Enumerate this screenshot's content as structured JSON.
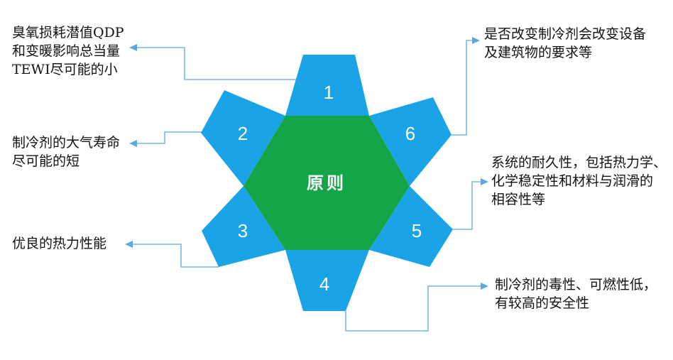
{
  "center": {
    "label": "原则"
  },
  "petals": [
    {
      "number": "1"
    },
    {
      "number": "2"
    },
    {
      "number": "3"
    },
    {
      "number": "4"
    },
    {
      "number": "5"
    },
    {
      "number": "6"
    }
  ],
  "principles": [
    {
      "lines": [
        "臭氧损耗潜值QDP",
        "和变暖影响总当量",
        "TEWI尽可能的小"
      ]
    },
    {
      "lines": [
        "制冷剂的大气寿命",
        "尽可能的短"
      ]
    },
    {
      "lines": [
        "优良的热力性能"
      ]
    },
    {
      "lines": [
        "制冷剂的毒性、可燃性低，",
        "有较高的安全性"
      ]
    },
    {
      "lines": [
        "系统的耐久性，包括热力学、",
        "化学稳定性和材料与润滑的",
        "相容性等"
      ]
    },
    {
      "lines": [
        "是否改变制冷剂会改变设备",
        "及建筑物的要求等"
      ]
    }
  ],
  "colors": {
    "petal": "#1aa3e6",
    "center": "#13a548",
    "connector": "#5aa8e0",
    "petal_text": "#ffffff"
  }
}
